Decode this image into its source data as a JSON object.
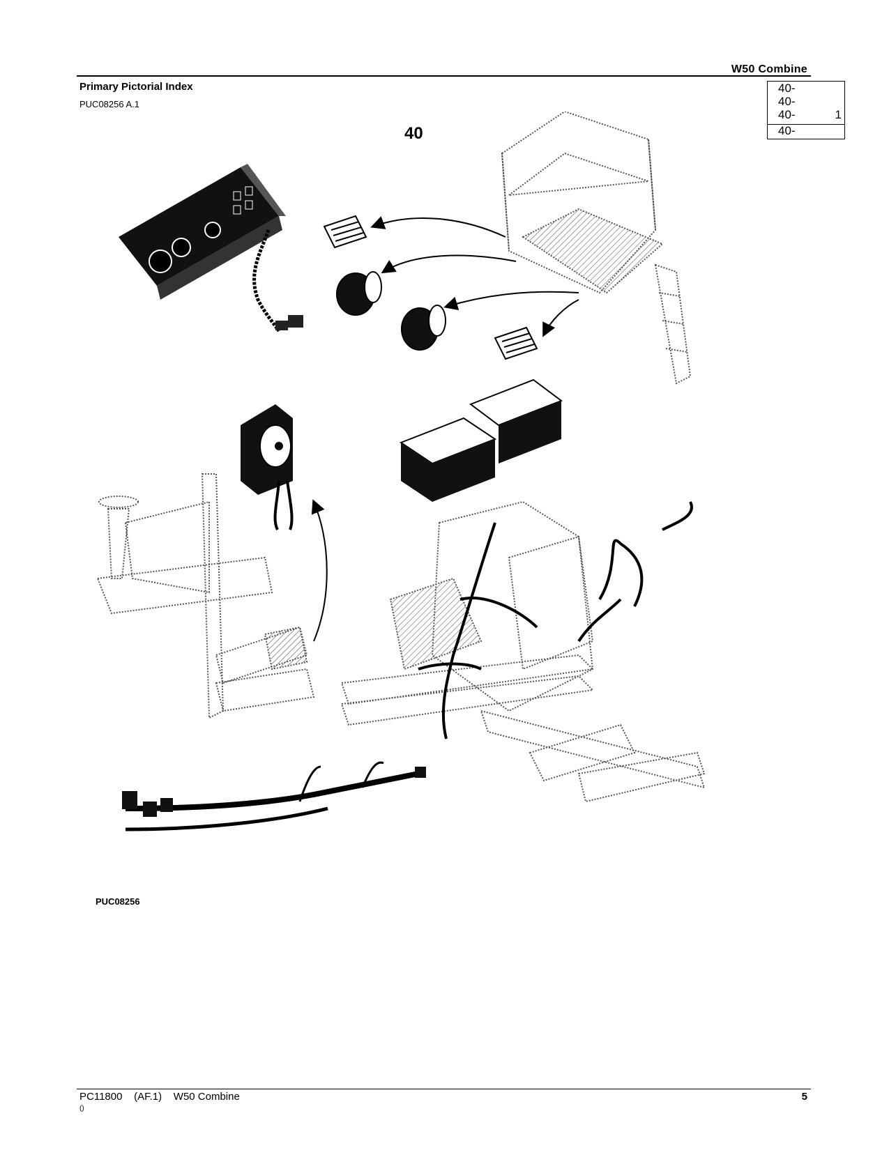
{
  "header": {
    "model": "W50  Combine"
  },
  "section": {
    "title": "Primary Pictorial Index",
    "code": "PUC08256 A.1"
  },
  "index_box": {
    "rows": [
      "40-",
      "40-",
      "40-",
      "40-"
    ],
    "page": "1"
  },
  "figure": {
    "group_number": "40",
    "label": "PUC08256"
  },
  "footer": {
    "text": "PC11800    (AF.1)    W50 Combine",
    "sub": "()",
    "page_number": "5"
  }
}
